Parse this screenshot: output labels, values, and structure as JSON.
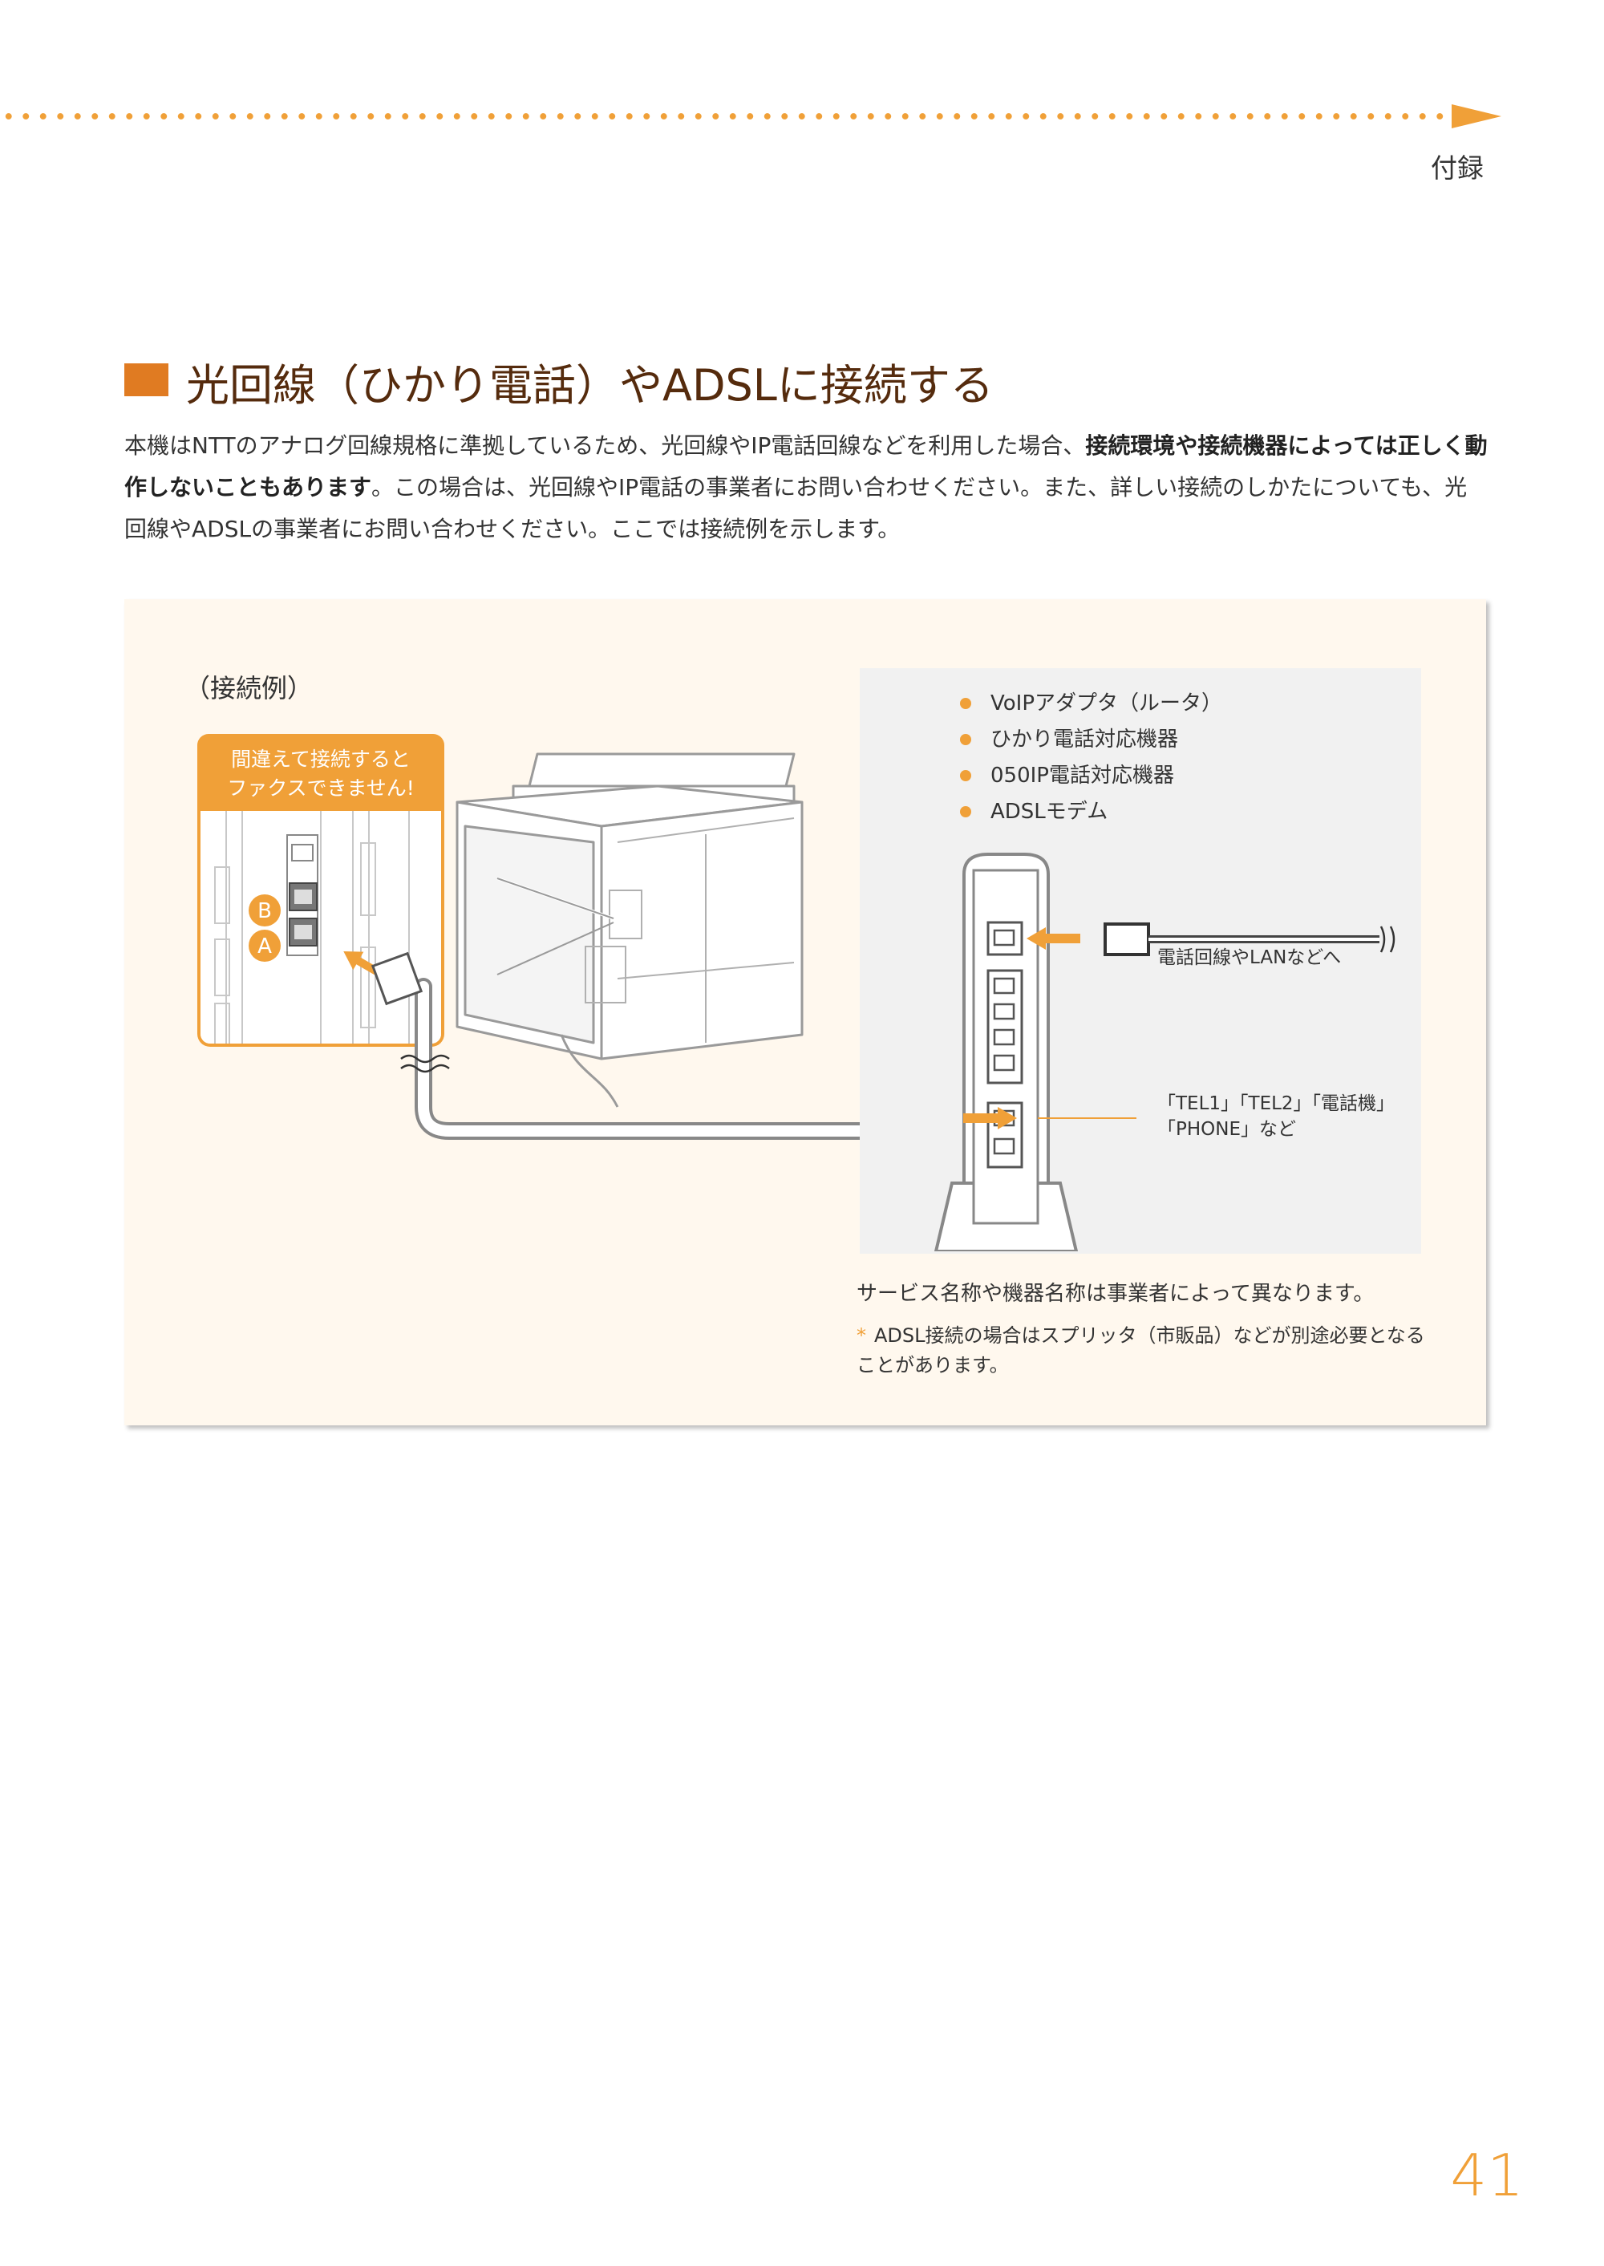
{
  "header": {
    "section_label": "付録"
  },
  "section": {
    "title": "光回線（ひかり電話）やADSLに接続する",
    "intro_part1": "本機はNTTのアナログ回線規格に準拠しているため、光回線やIP電話回線などを利用した場合、",
    "intro_bold": "接続環境や接続機器によっては正しく動作しないこともあります",
    "intro_part2": "。この場合は、光回線やIP電話の事業者にお問い合わせください。また、詳しい接続のしかたについても、光回線やADSLの事業者にお問い合わせください。ここでは接続例を示します。"
  },
  "diagram": {
    "example_label": "（接続例）",
    "warning_line1": "間違えて接続すると",
    "warning_line2": "ファクスできません!",
    "port_b": "B",
    "port_a": "A",
    "devices": [
      "VoIPアダプタ（ルータ）",
      "ひかり電話対応機器",
      "050IP電話対応機器",
      "ADSLモデム"
    ],
    "line_label": "電話回線やLANなどへ",
    "tel_label_line1": "「TEL1」「TEL2」「電話機」",
    "tel_label_line2": "「PHONE」など",
    "note": "サービス名称や機器名称は事業者によって異なります。",
    "footnote_mark": "*",
    "footnote": "ADSL接続の場合はスプリッタ（市販品）などが別途必要となることがあります。",
    "colors": {
      "accent": "#f0a038",
      "heading": "#552b0d",
      "square": "#e07b22",
      "panel_bg": "#fff8ee"
    }
  },
  "footer": {
    "page_number": "41"
  }
}
